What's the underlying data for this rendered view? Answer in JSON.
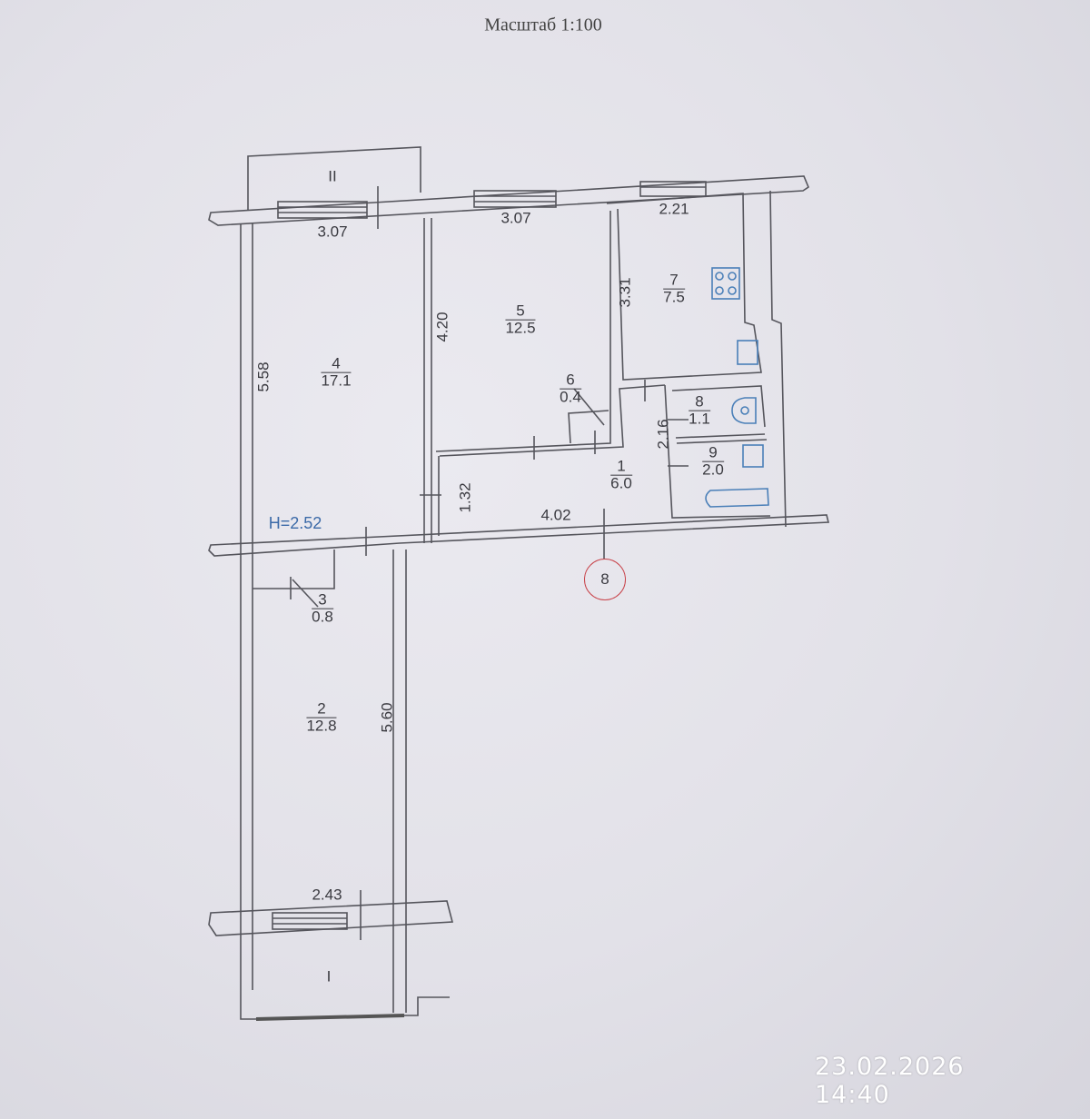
{
  "title": "Масштаб 1:100",
  "ceiling_height": "H=2.52",
  "balconies": [
    "II",
    "I"
  ],
  "rooms": [
    {
      "number": "1",
      "area": "6.0"
    },
    {
      "number": "2",
      "area": "12.8"
    },
    {
      "number": "3",
      "area": "0.8"
    },
    {
      "number": "4",
      "area": "17.1"
    },
    {
      "number": "5",
      "area": "12.5"
    },
    {
      "number": "6",
      "area": "0.4"
    },
    {
      "number": "7",
      "area": "7.5"
    },
    {
      "number": "8",
      "area": "1.1"
    },
    {
      "number": "9",
      "area": "2.0"
    }
  ],
  "dimensions": {
    "room4_width": "3.07",
    "room5_width": "3.07",
    "room7_width": "2.21",
    "room4_length": "5.58",
    "room5_length": "4.20",
    "room7_length": "3.31",
    "corridor_width": "1.32",
    "corridor_length": "4.02",
    "bath_length": "2.16",
    "room2_length": "5.60",
    "room2_width": "2.43"
  },
  "marker": "8",
  "timestamp": "23.02.2026 14:40",
  "colors": {
    "walls": "#55555c",
    "fixtures": "#4a7fb8",
    "marker": "#c8434a"
  }
}
